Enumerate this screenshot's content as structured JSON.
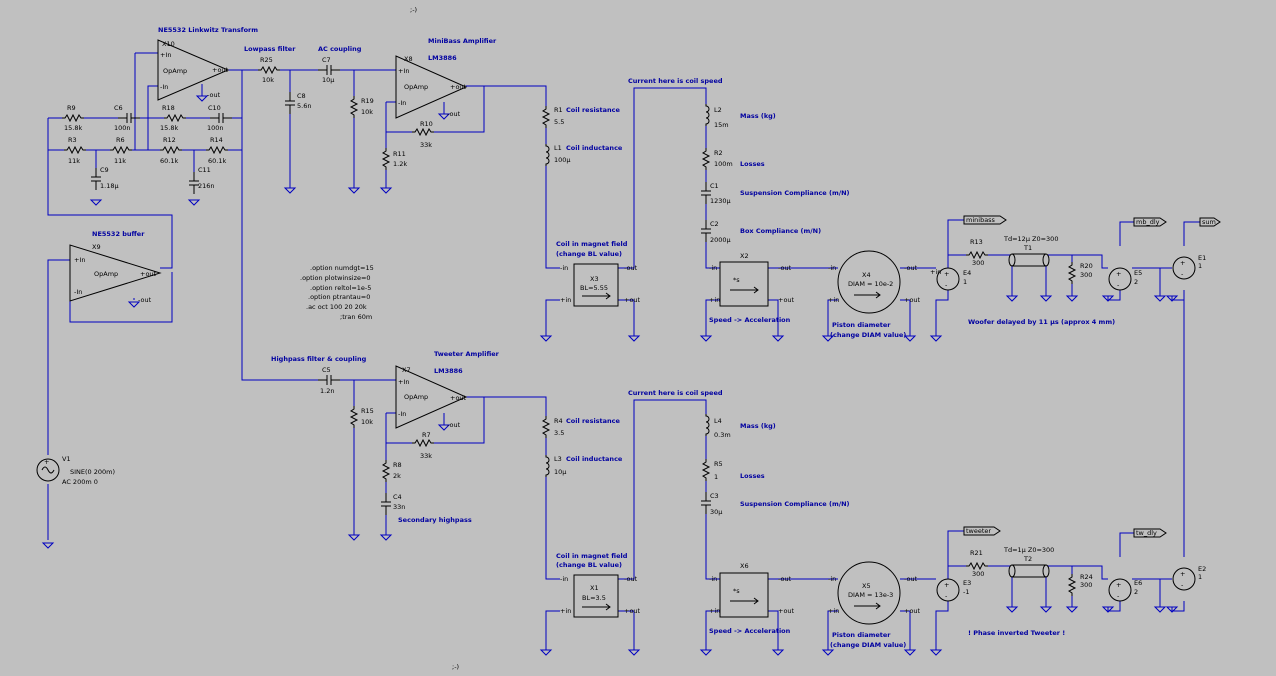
{
  "semicolon_top": ";-)",
  "semicolon_bottom": ";-)",
  "opamps": [
    {
      "ref": "X10",
      "title": "NE5532 Linkwitz Transform",
      "label": "OpAmp"
    },
    {
      "ref": "X9",
      "title": "NE5532 buffer",
      "label": "OpAmp"
    },
    {
      "ref": "X8",
      "title": "MiniBass Amplifier",
      "sub": "LM3886",
      "label": "OpAmp"
    },
    {
      "ref": "X7",
      "title": "Tweeter Amplifier",
      "sub": "LM3886",
      "label": "OpAmp"
    }
  ],
  "pins": {
    "in_p": "+In",
    "in_n": "-In",
    "out_p": "+out",
    "out_n": "-out",
    "p_in": "+in",
    "n_in": "-in",
    "p_out": "+out",
    "n_out": "-out"
  },
  "sections": {
    "lowpass": "Lowpass filter",
    "ac_coupling": "AC coupling",
    "highpass": "Highpass filter & coupling",
    "secondary_hp": "Secondary highpass",
    "current_top": "Current here is coil speed",
    "current_bottom": "Current here is coil speed",
    "woofer_delay": "Woofer delayed by 11 µs (approx 4 mm)",
    "phase_inv": "! Phase inverted Tweeter !"
  },
  "components": {
    "R9": {
      "ref": "R9",
      "val": "15.8k"
    },
    "C6": {
      "ref": "C6",
      "val": "100n"
    },
    "R18": {
      "ref": "R18",
      "val": "15.8k"
    },
    "C10": {
      "ref": "C10",
      "val": "100n"
    },
    "R3": {
      "ref": "R3",
      "val": "11k"
    },
    "R6": {
      "ref": "R6",
      "val": "11k"
    },
    "R12": {
      "ref": "R12",
      "val": "60.1k"
    },
    "R14": {
      "ref": "R14",
      "val": "60.1k"
    },
    "C9": {
      "ref": "C9",
      "val": "1.18µ"
    },
    "C11": {
      "ref": "C11",
      "val": "216n"
    },
    "R25": {
      "ref": "R25",
      "val": "10k"
    },
    "C8": {
      "ref": "C8",
      "val": "5.6n"
    },
    "C7": {
      "ref": "C7",
      "val": "10µ"
    },
    "R19": {
      "ref": "R19",
      "val": "10k"
    },
    "R10": {
      "ref": "R10",
      "val": "33k"
    },
    "R11": {
      "ref": "R11",
      "val": "1.2k"
    },
    "R1": {
      "ref": "R1",
      "val": "5.5",
      "desc": "Coil resistance"
    },
    "L1": {
      "ref": "L1",
      "val": "100µ",
      "desc": "Coil inductance"
    },
    "L2": {
      "ref": "L2",
      "val": "15m",
      "desc": "Mass (kg)"
    },
    "R2": {
      "ref": "R2",
      "val": "100m",
      "desc": "Losses"
    },
    "C1": {
      "ref": "C1",
      "val": "1230µ",
      "desc": "Suspension Compliance (m/N)"
    },
    "C2": {
      "ref": "C2",
      "val": "2000µ",
      "desc": "Box Compliance (m/N)"
    },
    "C5": {
      "ref": "C5",
      "val": "1.2n"
    },
    "R15": {
      "ref": "R15",
      "val": "10k"
    },
    "R7": {
      "ref": "R7",
      "val": "33k"
    },
    "R8": {
      "ref": "R8",
      "val": "2k"
    },
    "C4": {
      "ref": "C4",
      "val": "33n"
    },
    "R4": {
      "ref": "R4",
      "val": "3.5",
      "desc": "Coil resistance"
    },
    "L3": {
      "ref": "L3",
      "val": "10µ",
      "desc": "Coil inductance"
    },
    "L4": {
      "ref": "L4",
      "val": "0.3m",
      "desc": "Mass (kg)"
    },
    "R5": {
      "ref": "R5",
      "val": "1",
      "desc": "Losses"
    },
    "C3": {
      "ref": "C3",
      "val": "30µ",
      "desc": "Suspension Compliance (m/N)"
    },
    "R13": {
      "ref": "R13",
      "val": "300"
    },
    "R20": {
      "ref": "R20",
      "val": "300"
    },
    "R21": {
      "ref": "R21",
      "val": "300"
    },
    "R24": {
      "ref": "R24",
      "val": "300"
    }
  },
  "blocks": {
    "X3": {
      "ref": "X3",
      "val": "BL=5.55",
      "title": "Coil in magnet field",
      "sub": "(change BL value)"
    },
    "X1": {
      "ref": "X1",
      "val": "BL=3.5",
      "title": "Coil in magnet field",
      "sub": "(change BL value)"
    },
    "X2": {
      "ref": "X2",
      "val": "*s",
      "desc": "Speed -> Acceleration"
    },
    "X6": {
      "ref": "X6",
      "val": "*s",
      "desc": "Speed -> Acceleration"
    },
    "X4": {
      "ref": "X4",
      "val": "DIAM = 10e-2",
      "title": "Piston diameter",
      "sub": "(change DIAM value)"
    },
    "X5": {
      "ref": "X5",
      "val": "DIAM = 13e-3",
      "title": "Piston diameter",
      "sub": "(change DIAM value)"
    }
  },
  "tlines": {
    "T1": {
      "ref": "T1",
      "val": "Td=12µ Z0=300"
    },
    "T2": {
      "ref": "T2",
      "val": "Td=1µ Z0=300"
    }
  },
  "sources": {
    "E4": {
      "ref": "E4",
      "val": "1"
    },
    "E5": {
      "ref": "E5",
      "val": "2"
    },
    "E1": {
      "ref": "E1",
      "val": "1"
    },
    "E3": {
      "ref": "E3",
      "val": "-1"
    },
    "E6": {
      "ref": "E6",
      "val": "2"
    },
    "E2": {
      "ref": "E2",
      "val": "1"
    },
    "V1": {
      "ref": "V1",
      "val": "SINE(0 200m)",
      "val2": "AC 200m 0"
    }
  },
  "nets": {
    "minibass": "minibass",
    "mb_dly": "mb_dly",
    "sum": "sum",
    "tweeter": "tweeter",
    "tw_dly": "tw_dly"
  },
  "spice": [
    ".option numdgt=15",
    ".option plotwinsize=0",
    ".option reltol=1e-5",
    ".option ptrantau=0",
    ".ac oct 100 20 20k",
    ";tran 60m"
  ],
  "colors": {
    "background": "#c0c0c0",
    "wire": "#0000c0",
    "label": "#0000a0"
  }
}
